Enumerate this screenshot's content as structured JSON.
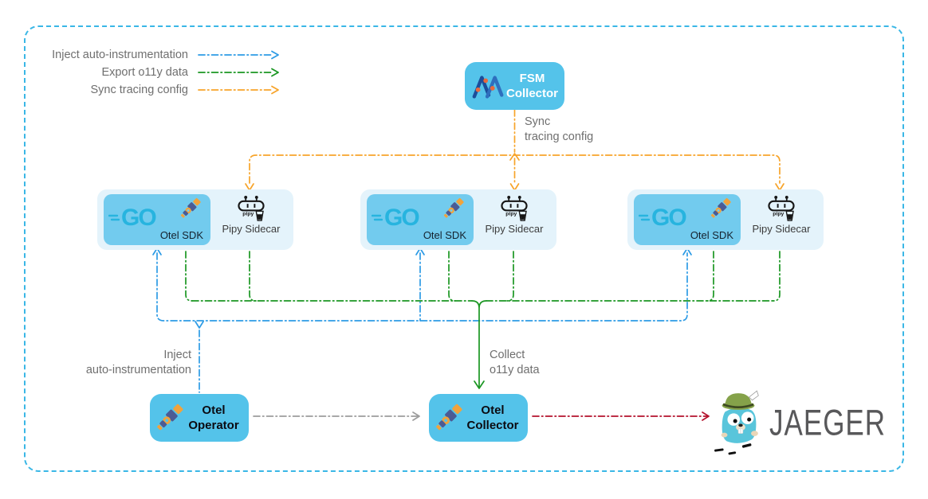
{
  "legend": {
    "items": [
      {
        "id": "inject",
        "label": "Inject auto-instrumentation"
      },
      {
        "id": "export",
        "label": "Export o11y data"
      },
      {
        "id": "sync",
        "label": "Sync tracing config"
      }
    ]
  },
  "fsm_collector": {
    "line1": "FSM",
    "line2": "Collector"
  },
  "sync_config_label": {
    "line1": "Sync",
    "line2": "tracing config"
  },
  "logos": {
    "go_text": "GO",
    "pipy_text": "pipy"
  },
  "groups": [
    {
      "sdk_label": "Otel SDK",
      "sidecar_label": "Pipy Sidecar"
    },
    {
      "sdk_label": "Otel SDK",
      "sidecar_label": "Pipy Sidecar"
    },
    {
      "sdk_label": "Otel SDK",
      "sidecar_label": "Pipy Sidecar"
    }
  ],
  "inject_label": {
    "line1": "Inject",
    "line2": "auto-instrumentation"
  },
  "collect_label": {
    "line1": "Collect",
    "line2": "o11y data"
  },
  "otel_operator": {
    "line1": "Otel",
    "line2": "Operator"
  },
  "otel_collector": {
    "line1": "Otel",
    "line2": "Collector"
  },
  "jaeger_label": "JAEGER",
  "icons": {
    "fsm": "fsm-logo-icon",
    "go": "go-logo-icon",
    "otel": "otel-telescope-icon",
    "pipy": "pipy-robot-icon",
    "jaeger_gopher": "jaeger-gopher-icon"
  },
  "colors": {
    "inject_blue": "#2D9BE5",
    "export_green": "#1A9622",
    "sync_orange": "#F7A42A",
    "operator_arrow_gray": "#9C9C9C",
    "jaeger_arrow_red": "#B4122D",
    "node_blue": "#54C3EA",
    "group_bg_blue": "#E4F3FB",
    "inner_box_blue": "#72CBEE",
    "diagram_border_cyan": "#3AB7E6",
    "label_gray": "#6F6F6F",
    "go_cyan": "#27B4DF",
    "otel_navy": "#4C5B94",
    "otel_orange": "#F1A33C",
    "pipy_ink": "#161616",
    "fsm_blue_dark": "#1C4E9B",
    "fsm_blue_light": "#2E6FBE",
    "fsm_dot_orange": "#E9683C",
    "gopher_teal": "#59C5DB",
    "hat_green": "#85A24A",
    "jaeger_text_gray": "#58585A"
  }
}
